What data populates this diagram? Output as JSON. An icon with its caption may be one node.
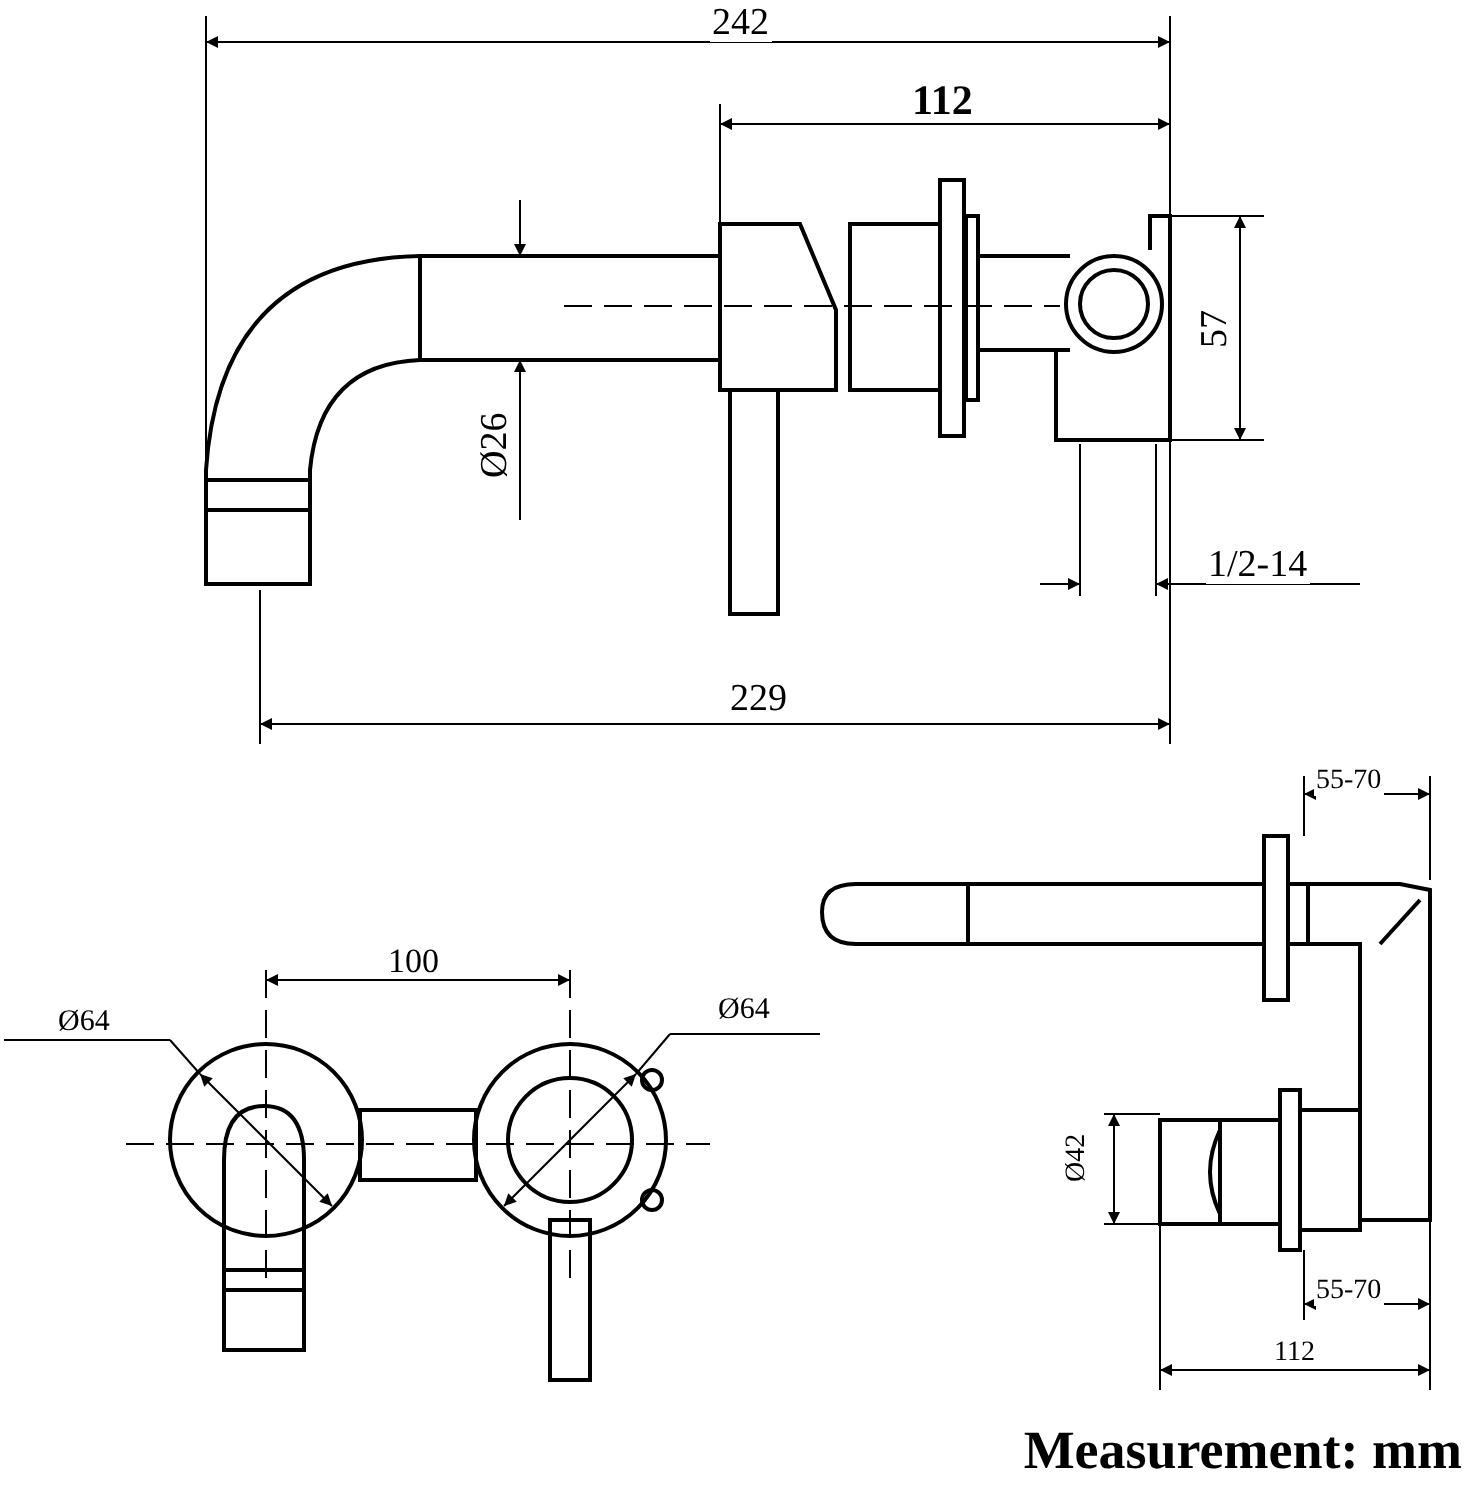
{
  "diagram": {
    "caption": "Measurement: mm",
    "labels": [
      "242",
      "112",
      "57",
      "Ø26",
      "1/2-14",
      "229",
      "55-70",
      "100",
      "Ø64",
      "Ø64",
      "Ø42",
      "55-70",
      "112"
    ]
  }
}
